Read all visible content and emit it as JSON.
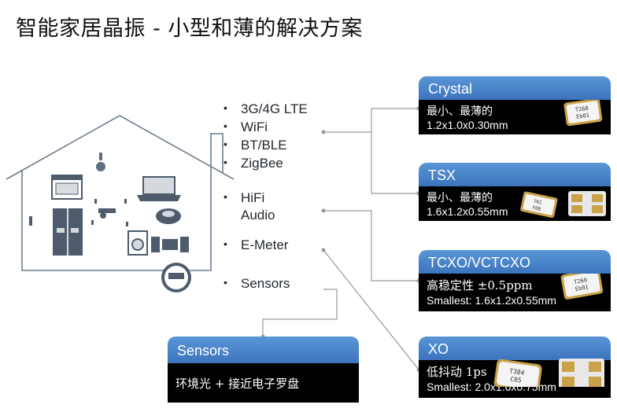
{
  "title": "智能家居晶振 - 小型和薄的解决方案",
  "bullets": {
    "lte": "3G/4G LTE",
    "wifi": "WiFi",
    "bt": "BT/BLE",
    "zigbee": "ZigBee",
    "hifi_1": "HiFi",
    "hifi_2": "Audio",
    "emeter": "E-Meter",
    "sensors": "Sensors"
  },
  "cards": {
    "crystal": {
      "title": "Crystal",
      "line1": "最小、最薄的",
      "line2": "1.2x1.0x0.30mm",
      "chip_line1": "T260",
      "chip_line2": "Eb01"
    },
    "tsx": {
      "title": "TSX",
      "line1": "最小、最薄的",
      "line2": "1.6x1.2x0.55mm",
      "chip_line1": "TKC",
      "chip_line2": "F0B"
    },
    "tcxo": {
      "title": "TCXO/VCTCXO",
      "line1": "高稳定性 ±0.5ppm",
      "line2": "Smallest: 1.6x1.2x0.55mm",
      "chip_line1": "T260",
      "chip_line2": "Eb01"
    },
    "xo": {
      "title": "XO",
      "line1": "低抖动 1ps",
      "line2": "Smallest: 2.0x1.6x0.75mm",
      "chip_line1": "T384",
      "chip_line2": "C05"
    }
  },
  "sensors_card": {
    "title": "Sensors",
    "line1": "环境光 + 接近电子罗盘"
  },
  "colors": {
    "card_header": "#3b73bd",
    "card_body": "#000000",
    "connector": "#9a9a9a"
  }
}
